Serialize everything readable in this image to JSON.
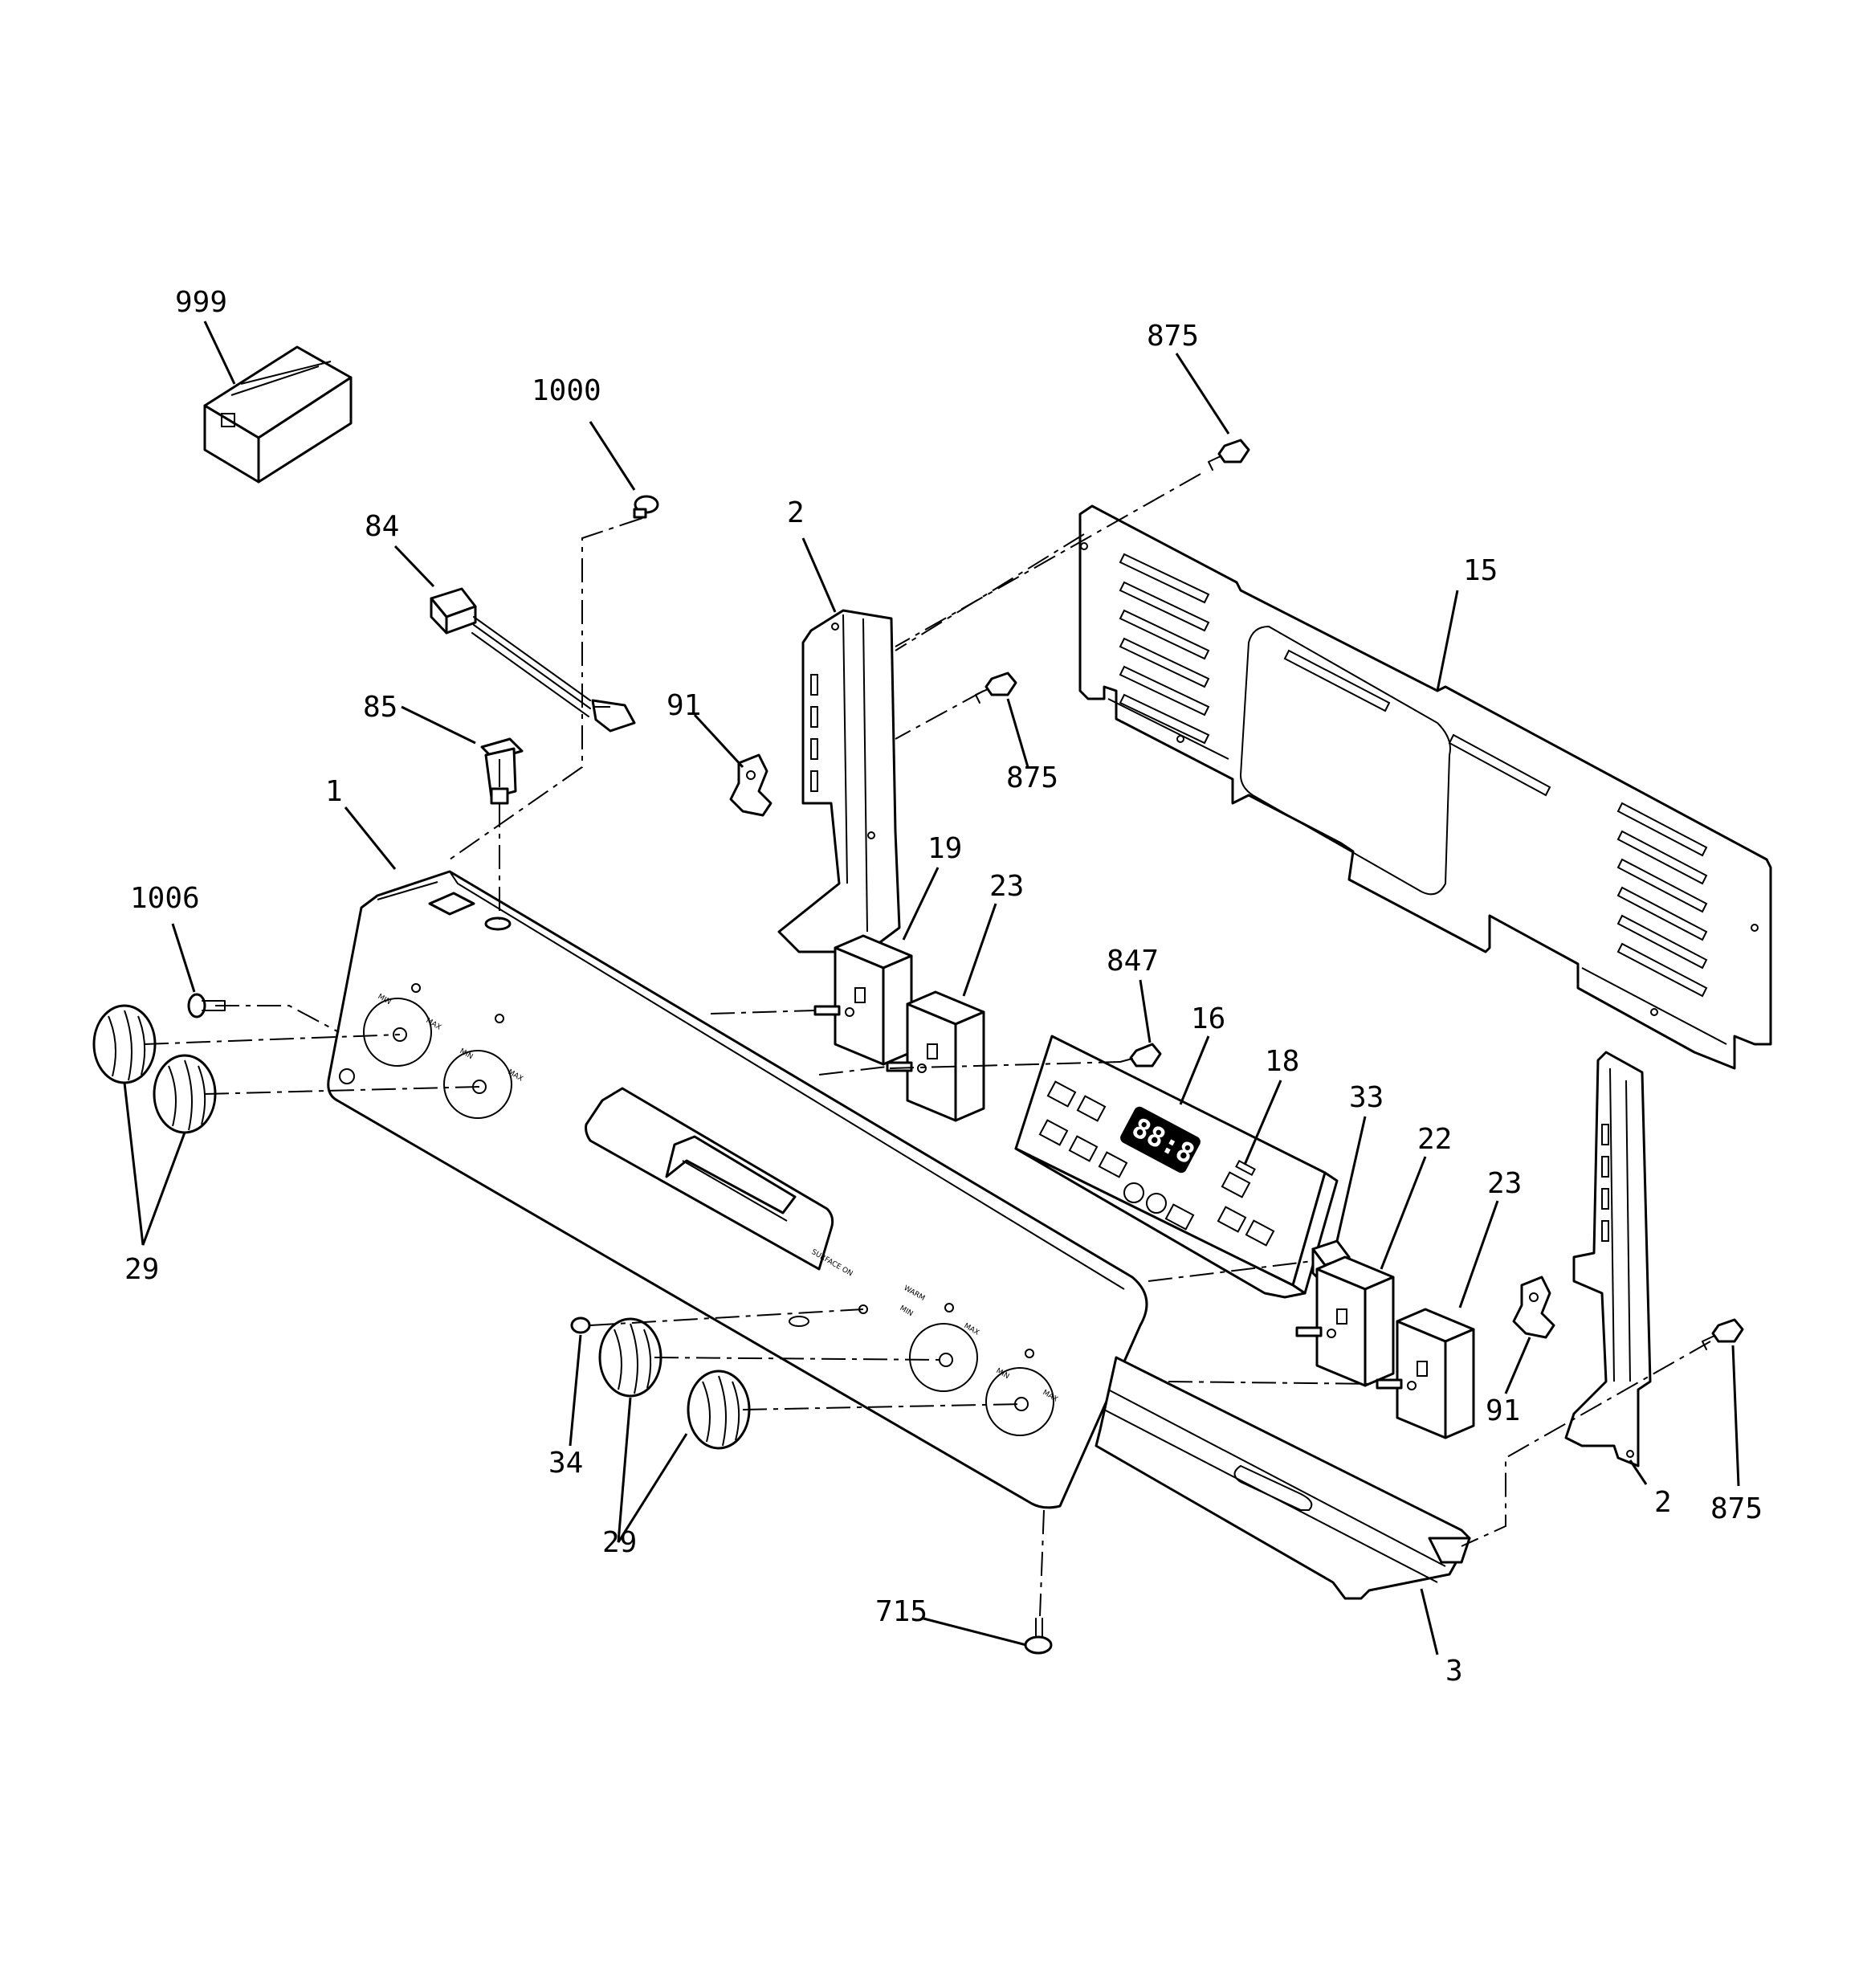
{
  "callouts": {
    "c999": "999",
    "c1000": "1000",
    "c84": "84",
    "c85": "85",
    "c1": "1",
    "c1006": "1006",
    "c29a": "29",
    "c29b": "29",
    "c2a": "2",
    "c91a": "91",
    "c19": "19",
    "c23a": "23",
    "c875a": "875",
    "c875b": "875",
    "c875c": "875",
    "c15": "15",
    "c847": "847",
    "c16": "16",
    "c18": "18",
    "c33": "33",
    "c22": "22",
    "c23b": "23",
    "c91b": "91",
    "c2b": "2",
    "c34": "34",
    "c715": "715",
    "c3": "3"
  },
  "display": {
    "digits": "88:88"
  }
}
